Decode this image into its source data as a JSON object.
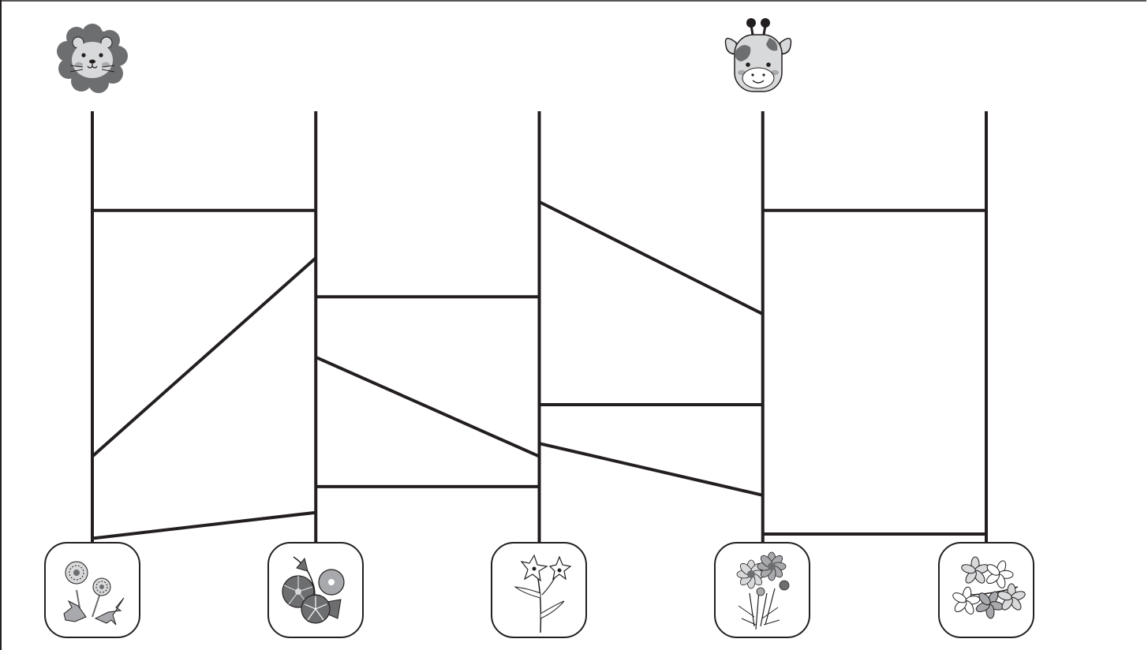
{
  "puzzle": {
    "type": "amidakuji",
    "top_icons": [
      {
        "column": 1,
        "icon": "lion-face-icon"
      },
      {
        "column": 4,
        "icon": "giraffe-face-icon"
      }
    ],
    "bottom_icons": [
      {
        "column": 1,
        "icon": "dandelion-icon"
      },
      {
        "column": 2,
        "icon": "morning-glory-icon"
      },
      {
        "column": 3,
        "icon": "lily-icon"
      },
      {
        "column": 4,
        "icon": "cosmos-icon"
      },
      {
        "column": 5,
        "icon": "cherry-blossom-icon"
      }
    ],
    "column_count": 5,
    "rungs": [
      {
        "from": 1,
        "to": 2,
        "level_from": 0.23,
        "level_to": 0.23
      },
      {
        "from": 1,
        "to": 2,
        "level_from": 0.8,
        "level_to": 0.34
      },
      {
        "from": 1,
        "to": 2,
        "level_from": 0.99,
        "level_to": 0.93
      },
      {
        "from": 2,
        "to": 3,
        "level_from": 0.43,
        "level_to": 0.43
      },
      {
        "from": 2,
        "to": 3,
        "level_from": 0.57,
        "level_to": 0.8
      },
      {
        "from": 2,
        "to": 3,
        "level_from": 0.87,
        "level_to": 0.87
      },
      {
        "from": 3,
        "to": 4,
        "level_from": 0.21,
        "level_to": 0.47
      },
      {
        "from": 3,
        "to": 4,
        "level_from": 0.68,
        "level_to": 0.68
      },
      {
        "from": 3,
        "to": 4,
        "level_from": 0.77,
        "level_to": 0.89
      },
      {
        "from": 4,
        "to": 5,
        "level_from": 0.23,
        "level_to": 0.23
      },
      {
        "from": 4,
        "to": 5,
        "level_from": 0.98,
        "level_to": 0.98
      }
    ],
    "colors": {
      "line": "#231f20",
      "frame": "#231f20",
      "icon_dark": "#6d6e70",
      "icon_mid": "#a7a9ac",
      "icon_light": "#d8d9da"
    }
  }
}
